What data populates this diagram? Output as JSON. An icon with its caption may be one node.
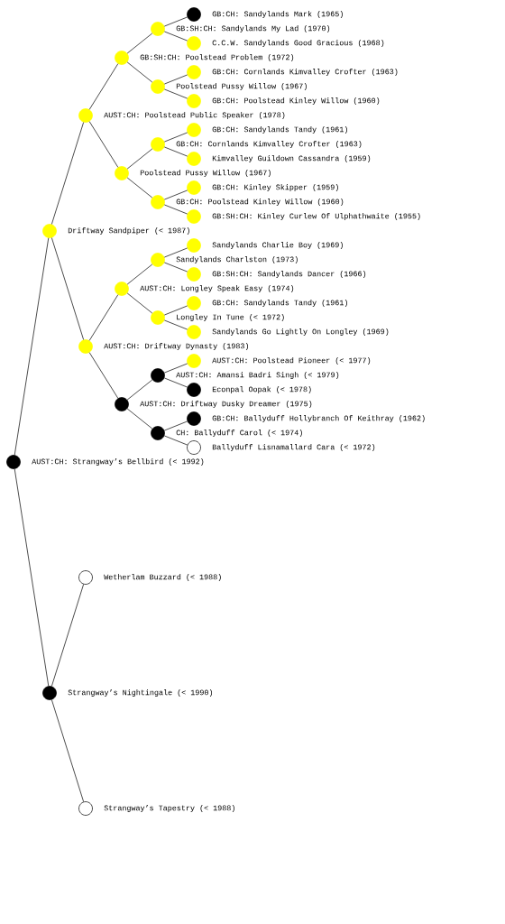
{
  "diagram": {
    "nodes": [
      {
        "text": [
          "GB:CH: Sandylands Mark (1965)"
        ]
      },
      {
        "text": [
          "GB:SH:CH: Sandylands My Lad (1970)"
        ]
      },
      {
        "text": [
          "C.C.W. Sandylands Good Gracious (1968)"
        ]
      },
      {
        "text": [
          "GB:SH:CH: Poolstead Problem (1972)"
        ]
      },
      {
        "text": [
          "GB:CH: Cornlands Kimvalley Crofter (1963)"
        ]
      },
      {
        "text": [
          "Poolstead Pussy Willow (1967)"
        ]
      },
      {
        "text": [
          "GB:CH: Poolstead Kinley Willow (1960)"
        ]
      },
      {
        "text": [
          "AUST:CH: Poolstead Public Speaker (1978)"
        ]
      },
      {
        "text": [
          "GB:CH: Sandylands Tandy (1961)"
        ]
      },
      {
        "text": [
          "GB:CH: Cornlands Kimvalley Crofter (1963)"
        ]
      },
      {
        "text": [
          "Kimvalley Guildown Cassandra (1959)"
        ]
      },
      {
        "text": [
          "Poolstead Pussy Willow (1967)"
        ]
      },
      {
        "text": [
          "GB:CH: Kinley Skipper (1959)"
        ]
      },
      {
        "text": [
          "GB:CH: Poolstead Kinley Willow (1960)"
        ]
      },
      {
        "text": [
          "GB:SH:CH: Kinley Curlew Of Ulphathwaite (1955)"
        ]
      },
      {
        "text": [
          "Driftway Sandpiper (< 1987)"
        ]
      },
      {
        "text": [
          "Sandylands Charlie Boy (1969)"
        ]
      },
      {
        "text": [
          "Sandylands Charlston (1973)"
        ]
      },
      {
        "text": [
          "GB:SH:CH: Sandylands Dancer (1966)"
        ]
      },
      {
        "text": [
          "AUST:CH: Longley Speak Easy (1974)"
        ]
      },
      {
        "text": [
          "GB:CH: Sandylands Tandy (1961)"
        ]
      },
      {
        "text": [
          "Longley In Tune (< 1972)"
        ]
      },
      {
        "text": [
          "Sandylands Go Lightly On Longley (1969)"
        ]
      },
      {
        "text": [
          "AUST:CH: Driftway Dynasty (1983)"
        ]
      },
      {
        "text": [
          "AUST:CH: Poolstead Pioneer (< 1977)"
        ]
      },
      {
        "text": [
          "AUST:CH: Amansi Badri Singh (< 1979)"
        ]
      },
      {
        "text": [
          "Econpal Oopak (< 1978)"
        ]
      },
      {
        "text": [
          "AUST:CH: Driftway Dusky Dreamer (1975)"
        ]
      },
      {
        "text": [
          "GB:CH: Ballyduff Hollybranch Of Keithray (1962)"
        ]
      },
      {
        "text": [
          "CH: Ballyduff Carol (< 1974)"
        ]
      },
      {
        "text": [
          "Ballyduff Lisnamallard Cara (< 1972)"
        ]
      },
      {
        "text": [
          "AUST:CH: Strangway’s Bellbird (< 1992)"
        ]
      },
      {
        "text": [
          "Wetherlam Buzzard (< 1988)"
        ]
      },
      {
        "text": [
          "Strangway’s Nightingale (< 1990)"
        ]
      },
      {
        "text": [
          "Strangway’s Tapestry (< 1988)"
        ]
      }
    ],
    "edges": [
      {
        "from": 1,
        "to": 0,
        "arrow": "none"
      },
      {
        "from": 1,
        "to": 2,
        "arrow": "none"
      },
      {
        "from": 3,
        "to": 1,
        "arrow": "none"
      },
      {
        "from": 3,
        "to": 5,
        "arrow": "none"
      },
      {
        "from": 5,
        "to": 4,
        "arrow": "none"
      },
      {
        "from": 5,
        "to": 6,
        "arrow": "none"
      },
      {
        "from": 7,
        "to": 3,
        "arrow": "none"
      },
      {
        "from": 7,
        "to": 11,
        "arrow": "none"
      },
      {
        "from": 9,
        "to": 8,
        "arrow": "none"
      },
      {
        "from": 9,
        "to": 10,
        "arrow": "none"
      },
      {
        "from": 11,
        "to": 9,
        "arrow": "none"
      },
      {
        "from": 11,
        "to": 13,
        "arrow": "none"
      },
      {
        "from": 13,
        "to": 12,
        "arrow": "none"
      },
      {
        "from": 13,
        "to": 14,
        "arrow": "none"
      },
      {
        "from": 15,
        "to": 7,
        "arrow": "none"
      },
      {
        "from": 15,
        "to": 23,
        "arrow": "none"
      },
      {
        "from": 17,
        "to": 16,
        "arrow": "none"
      },
      {
        "from": 17,
        "to": 18,
        "arrow": "none"
      },
      {
        "from": 19,
        "to": 17,
        "arrow": "none"
      },
      {
        "from": 19,
        "to": 21,
        "arrow": "none"
      },
      {
        "from": 21,
        "to": 20,
        "arrow": "none"
      },
      {
        "from": 21,
        "to": 22,
        "arrow": "none"
      },
      {
        "from": 23,
        "to": 19,
        "arrow": "none"
      },
      {
        "from": 23,
        "to": 27,
        "arrow": "none"
      },
      {
        "from": 25,
        "to": 24,
        "arrow": "none"
      },
      {
        "from": 25,
        "to": 26,
        "arrow": "none"
      },
      {
        "from": 27,
        "to": 25,
        "arrow": "none"
      },
      {
        "from": 27,
        "to": 29,
        "arrow": "none"
      },
      {
        "from": 29,
        "to": 28,
        "arrow": "none"
      },
      {
        "from": 29,
        "to": 30,
        "arrow": "none"
      },
      {
        "from": 31,
        "to": 15,
        "arrow": "none"
      },
      {
        "from": 31,
        "to": 33,
        "arrow": "none"
      },
      {
        "from": 33,
        "to": 32,
        "arrow": "none"
      },
      {
        "from": 33,
        "to": 34,
        "arrow": "none"
      }
    ]
  }
}
